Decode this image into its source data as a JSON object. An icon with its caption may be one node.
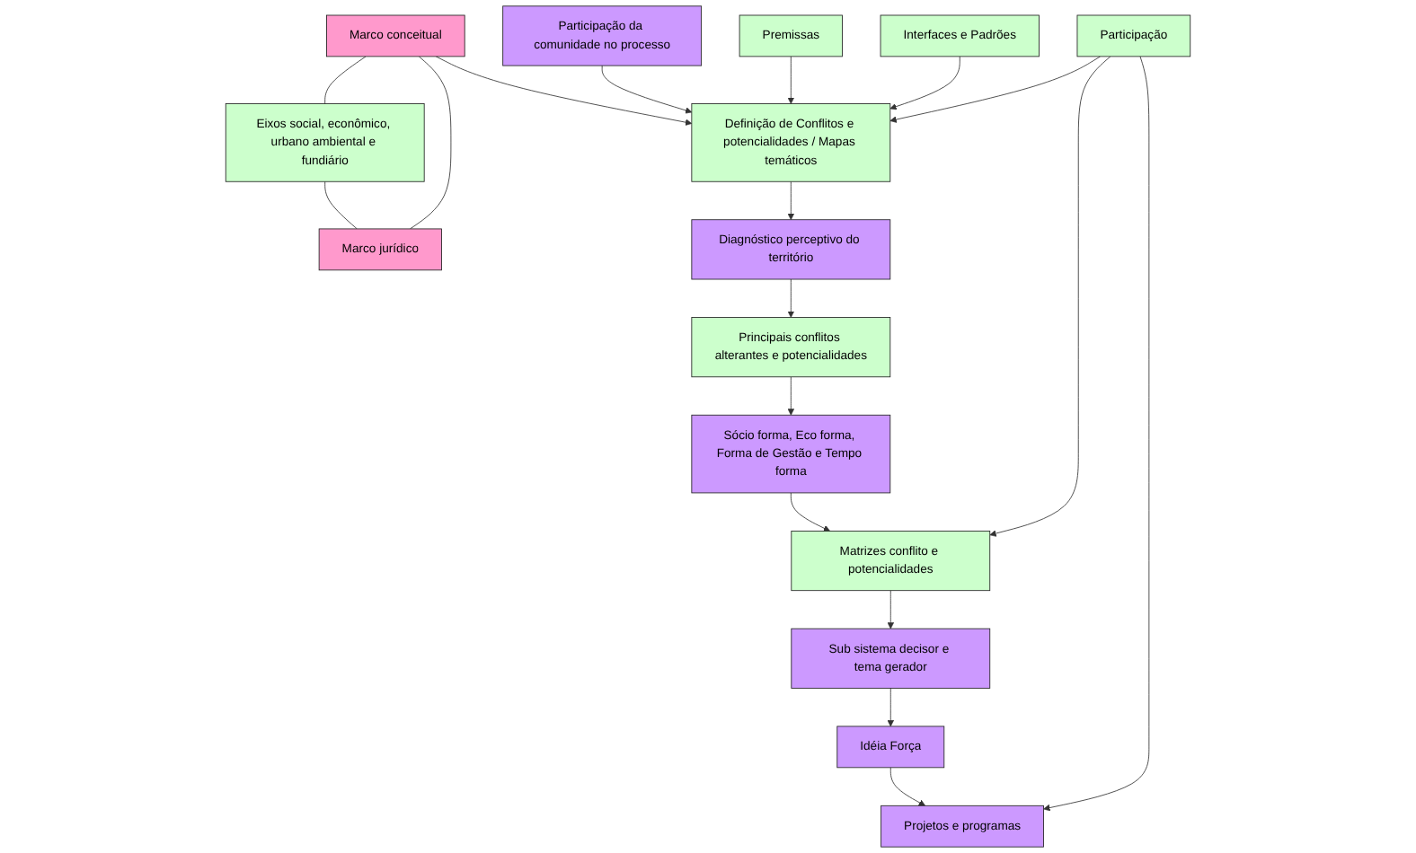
{
  "diagram": {
    "nodes": [
      {
        "text": [
          "Marco conceitual"
        ]
      },
      {
        "text": [
          "Eixos social, econômico, urbano ambiental e fundiário"
        ]
      },
      {
        "text": [
          "Marco jurídico"
        ]
      },
      {
        "text": [
          "Participação da comunidade no processo"
        ]
      },
      {
        "text": [
          "Premissas"
        ]
      },
      {
        "text": [
          "Definição de Conflitos e potencialidades / Mapas temáticos"
        ]
      },
      {
        "text": [
          "Diagnóstico perceptivo do território"
        ]
      },
      {
        "text": [
          "Principais conflitos alterantes e potencialidades"
        ]
      },
      {
        "text": [
          "Sócio forma, Eco forma, Forma de Gestão e Tempo forma"
        ]
      },
      {
        "text": [
          "Participação"
        ]
      },
      {
        "text": [
          "Interfaces e Padrões"
        ]
      },
      {
        "text": [
          "Matrizes conflito e potencialidades"
        ]
      },
      {
        "text": [
          "Sub sistema decisor e tema gerador"
        ]
      },
      {
        "text": [
          "Idéia Força"
        ]
      },
      {
        "text": [
          "Projetos e programas"
        ]
      }
    ],
    "edges": [
      {
        "from": 0,
        "to": 1,
        "arrow": "none"
      },
      {
        "from": 1,
        "to": 2,
        "arrow": "none"
      },
      {
        "from": 0,
        "to": 2,
        "arrow": "none"
      },
      {
        "from": 0,
        "to": 5,
        "arrow": "to"
      },
      {
        "from": 3,
        "to": 5,
        "arrow": "to"
      },
      {
        "from": 4,
        "to": 5,
        "arrow": "to"
      },
      {
        "from": 9,
        "to": 5,
        "arrow": "to"
      },
      {
        "from": 10,
        "to": 5,
        "arrow": "to"
      },
      {
        "from": 5,
        "to": 6,
        "arrow": "to"
      },
      {
        "from": 6,
        "to": 7,
        "arrow": "to"
      },
      {
        "from": 7,
        "to": 8,
        "arrow": "to"
      },
      {
        "from": 8,
        "to": 11,
        "arrow": "to"
      },
      {
        "from": 11,
        "to": 12,
        "arrow": "to"
      },
      {
        "from": 12,
        "to": 13,
        "arrow": "to"
      },
      {
        "from": 13,
        "to": 14,
        "arrow": "to"
      },
      {
        "from": 9,
        "to": 11,
        "arrow": "to"
      },
      {
        "from": 9,
        "to": 14,
        "arrow": "to"
      }
    ]
  }
}
